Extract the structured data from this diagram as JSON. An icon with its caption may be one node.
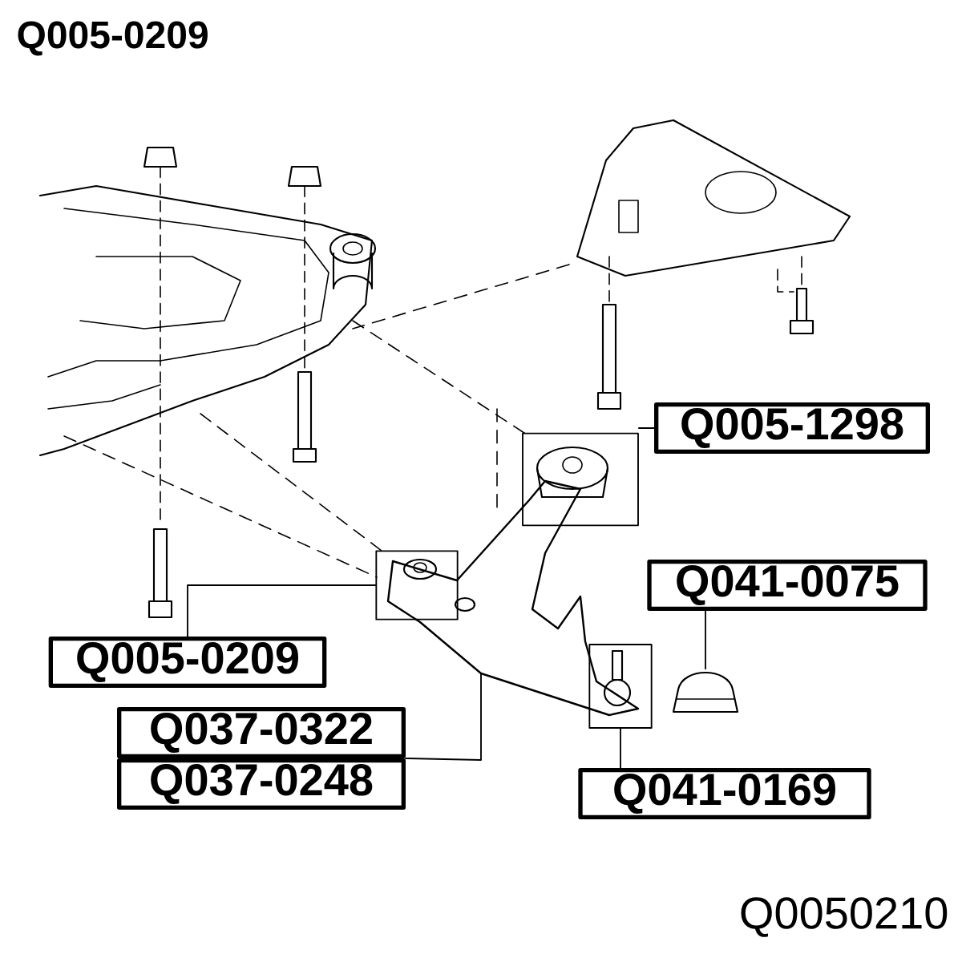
{
  "diagram": {
    "title": "Q005-0209",
    "nodes": [
      {
        "text": [
          "Q005-1298"
        ]
      },
      {
        "text": [],
        "shape": "box"
      },
      {
        "text": [
          "Q041-0075"
        ]
      },
      {
        "text": [],
        "shape": "picture"
      },
      {
        "text": [
          "Q005-0209"
        ]
      },
      {
        "text": [],
        "shape": "box"
      },
      {
        "text": [
          "Q037-0322"
        ]
      },
      {
        "text": [
          "Q037-0248"
        ]
      },
      {
        "text": [],
        "shape": "box"
      },
      {
        "text": [
          "Q041-0169"
        ]
      }
    ],
    "edges": [
      {
        "from": 0,
        "to": 1,
        "arrow": "none"
      },
      {
        "from": 2,
        "to": 3,
        "arrow": "none"
      },
      {
        "from": 4,
        "to": 5,
        "arrow": "none"
      },
      {
        "from": 6,
        "to": null,
        "arrow": "none"
      },
      {
        "from": 9,
        "to": 8,
        "arrow": "none"
      }
    ],
    "labels": [
      "Q0050210"
    ]
  }
}
